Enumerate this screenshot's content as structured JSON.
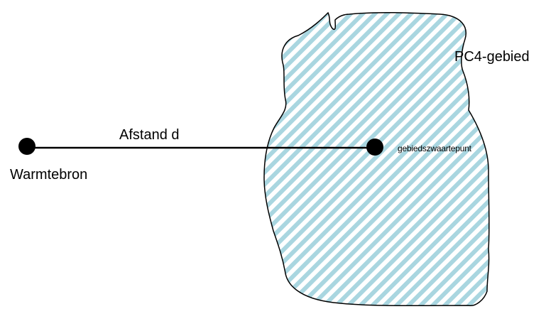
{
  "labels": {
    "region": "PC4-gebied",
    "distance": "Afstand d",
    "source": "Warmtebron",
    "centroid": "gebiedszwaartepunt"
  },
  "colors": {
    "hatch": "#a9d6e0",
    "outline": "#000000",
    "line": "#000000",
    "point": "#000000"
  }
}
